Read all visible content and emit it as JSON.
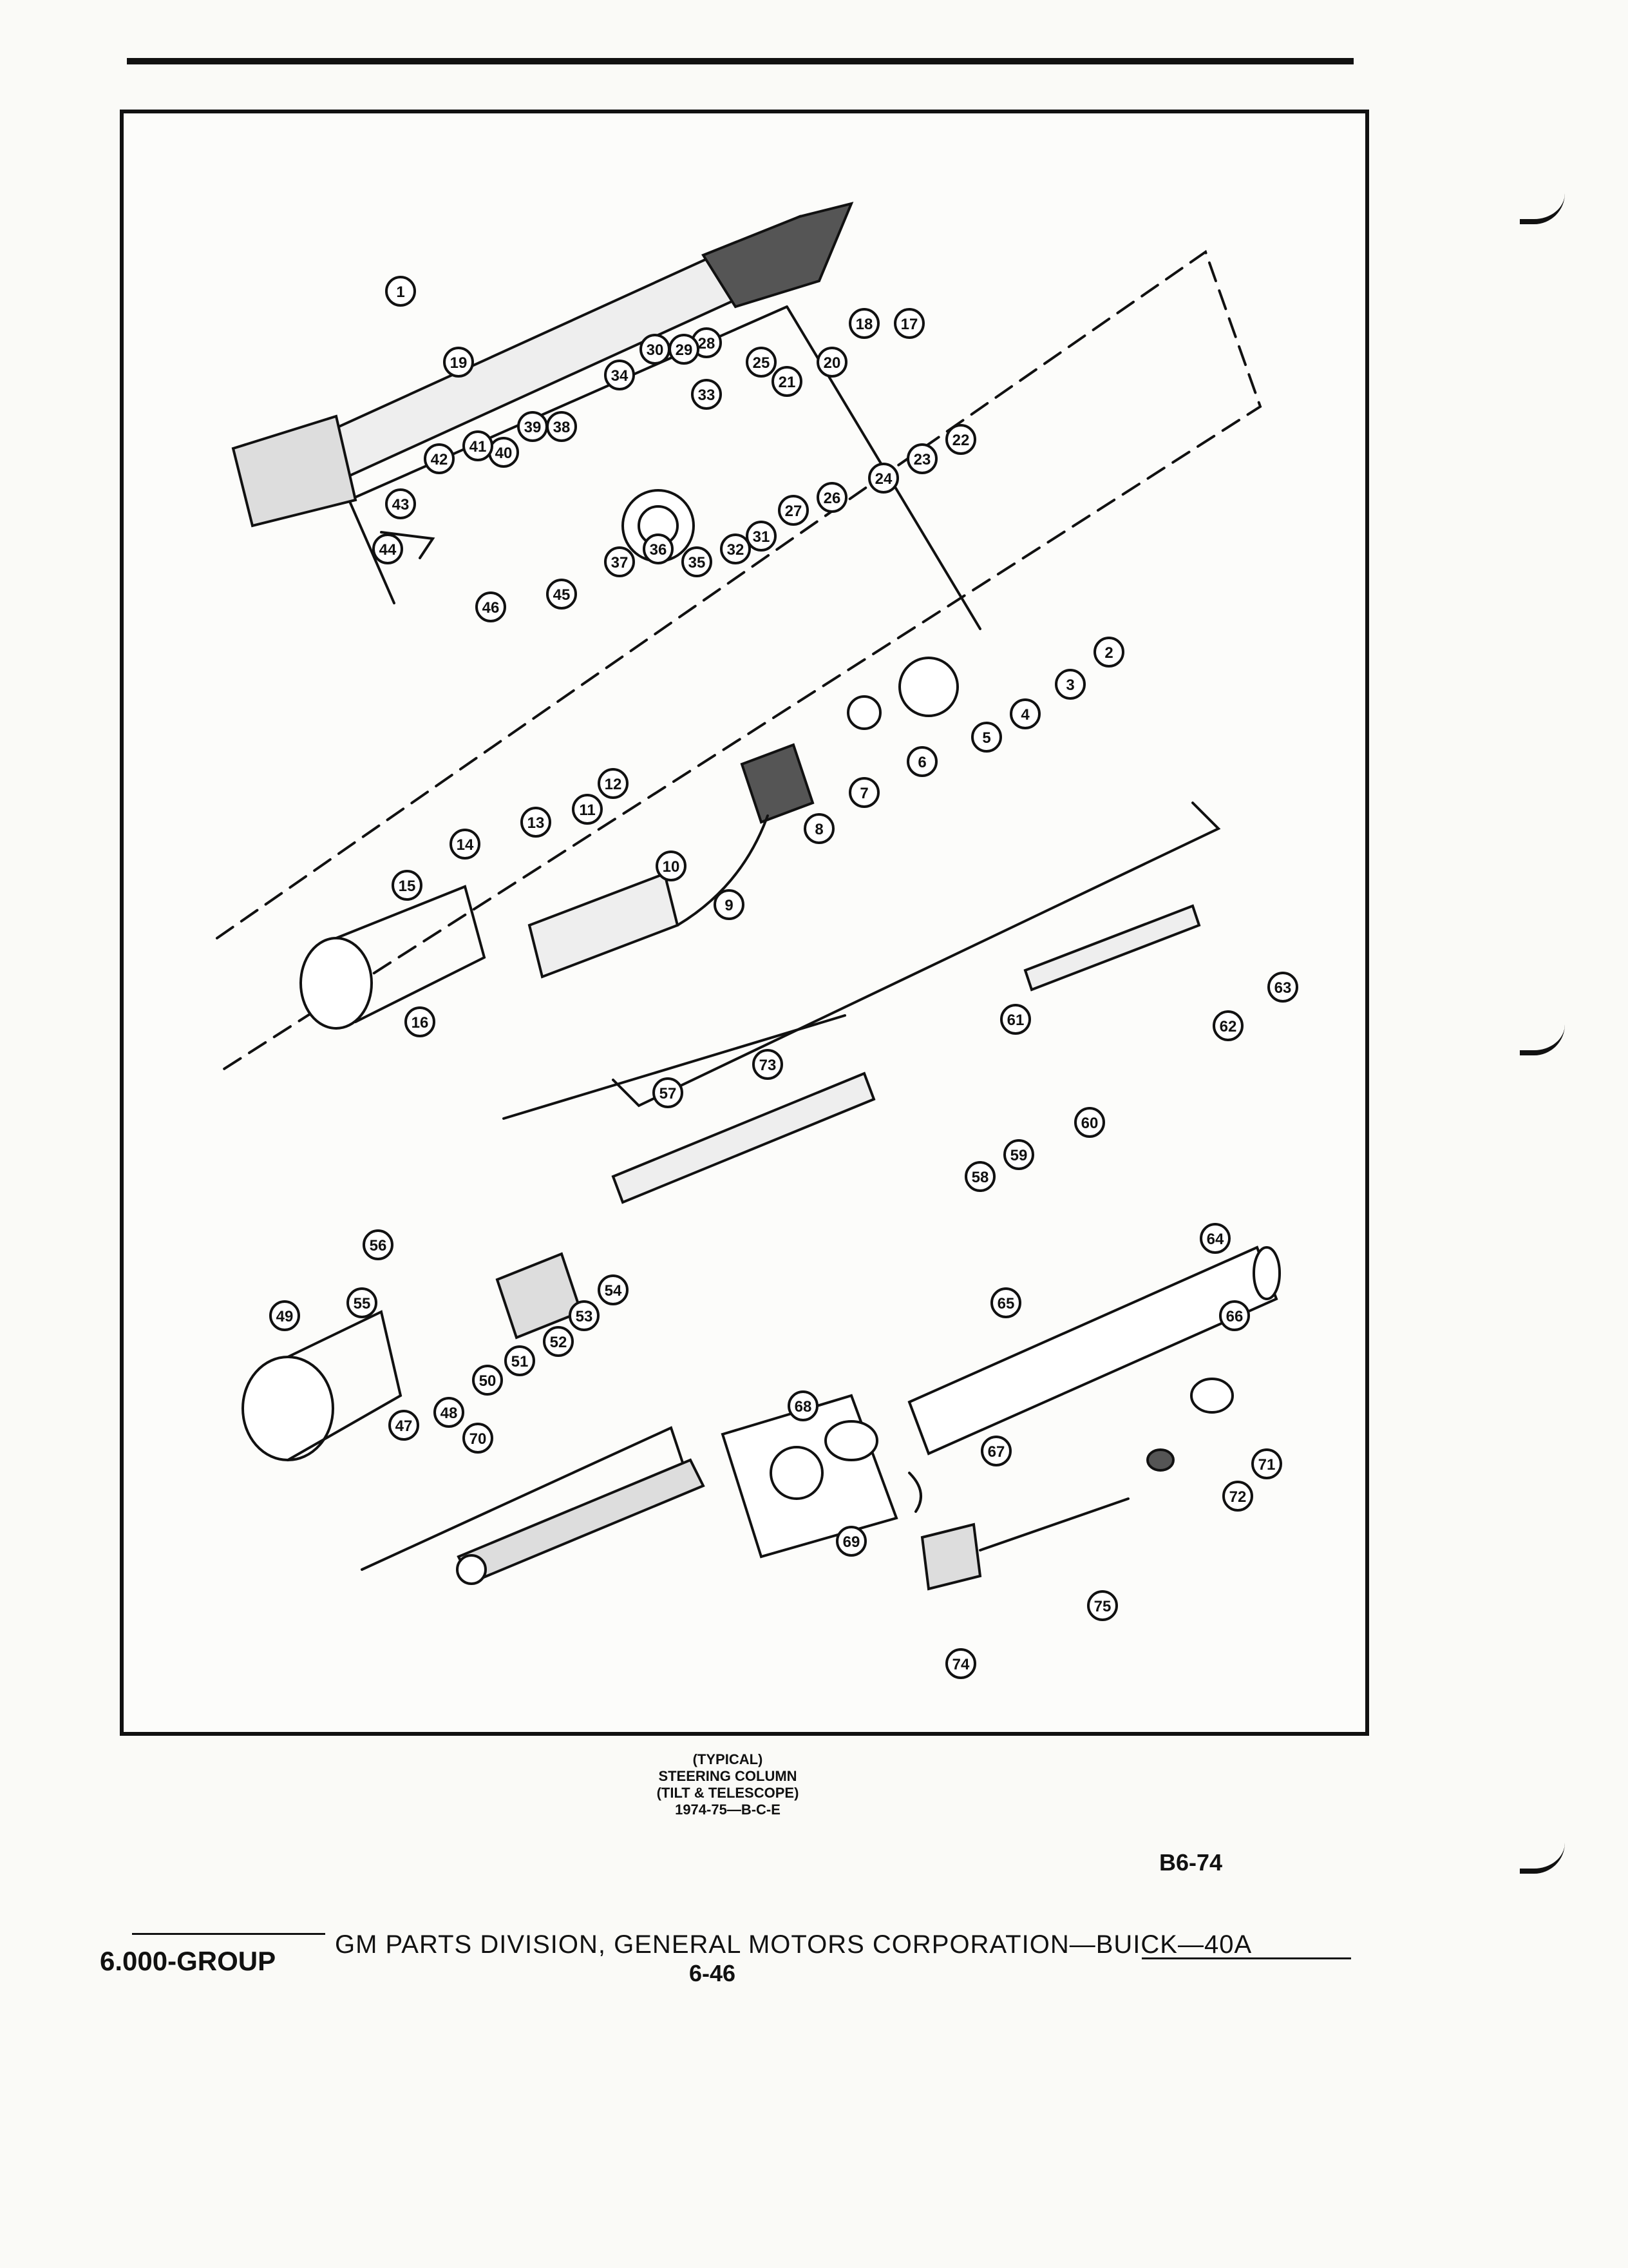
{
  "figure": {
    "caption": {
      "line1": "(TYPICAL)",
      "line2": "STEERING COLUMN",
      "line3": "(TILT & TELESCOPE)",
      "line4": "1974-75—B-C-E"
    },
    "code": "B6-74"
  },
  "footer": {
    "group": "6.000-GROUP",
    "text": "GM PARTS DIVISION, GENERAL MOTORS CORPORATION—BUICK—40A",
    "page": "6-46"
  },
  "callouts": [
    "1",
    "2",
    "3",
    "4",
    "5",
    "6",
    "7",
    "8",
    "9",
    "10",
    "11",
    "12",
    "13",
    "14",
    "15",
    "16",
    "17",
    "18",
    "19",
    "20",
    "21",
    "22",
    "23",
    "24",
    "25",
    "26",
    "27",
    "28",
    "29",
    "30",
    "31",
    "32",
    "33",
    "34",
    "35",
    "36",
    "37",
    "38",
    "39",
    "40",
    "41",
    "42",
    "43",
    "44",
    "45",
    "46",
    "47",
    "48",
    "49",
    "50",
    "51",
    "52",
    "53",
    "54",
    "55",
    "56",
    "57",
    "58",
    "59",
    "60",
    "61",
    "62",
    "63",
    "64",
    "65",
    "66",
    "67",
    "68",
    "69",
    "70",
    "71",
    "72",
    "73",
    "74",
    "75"
  ]
}
